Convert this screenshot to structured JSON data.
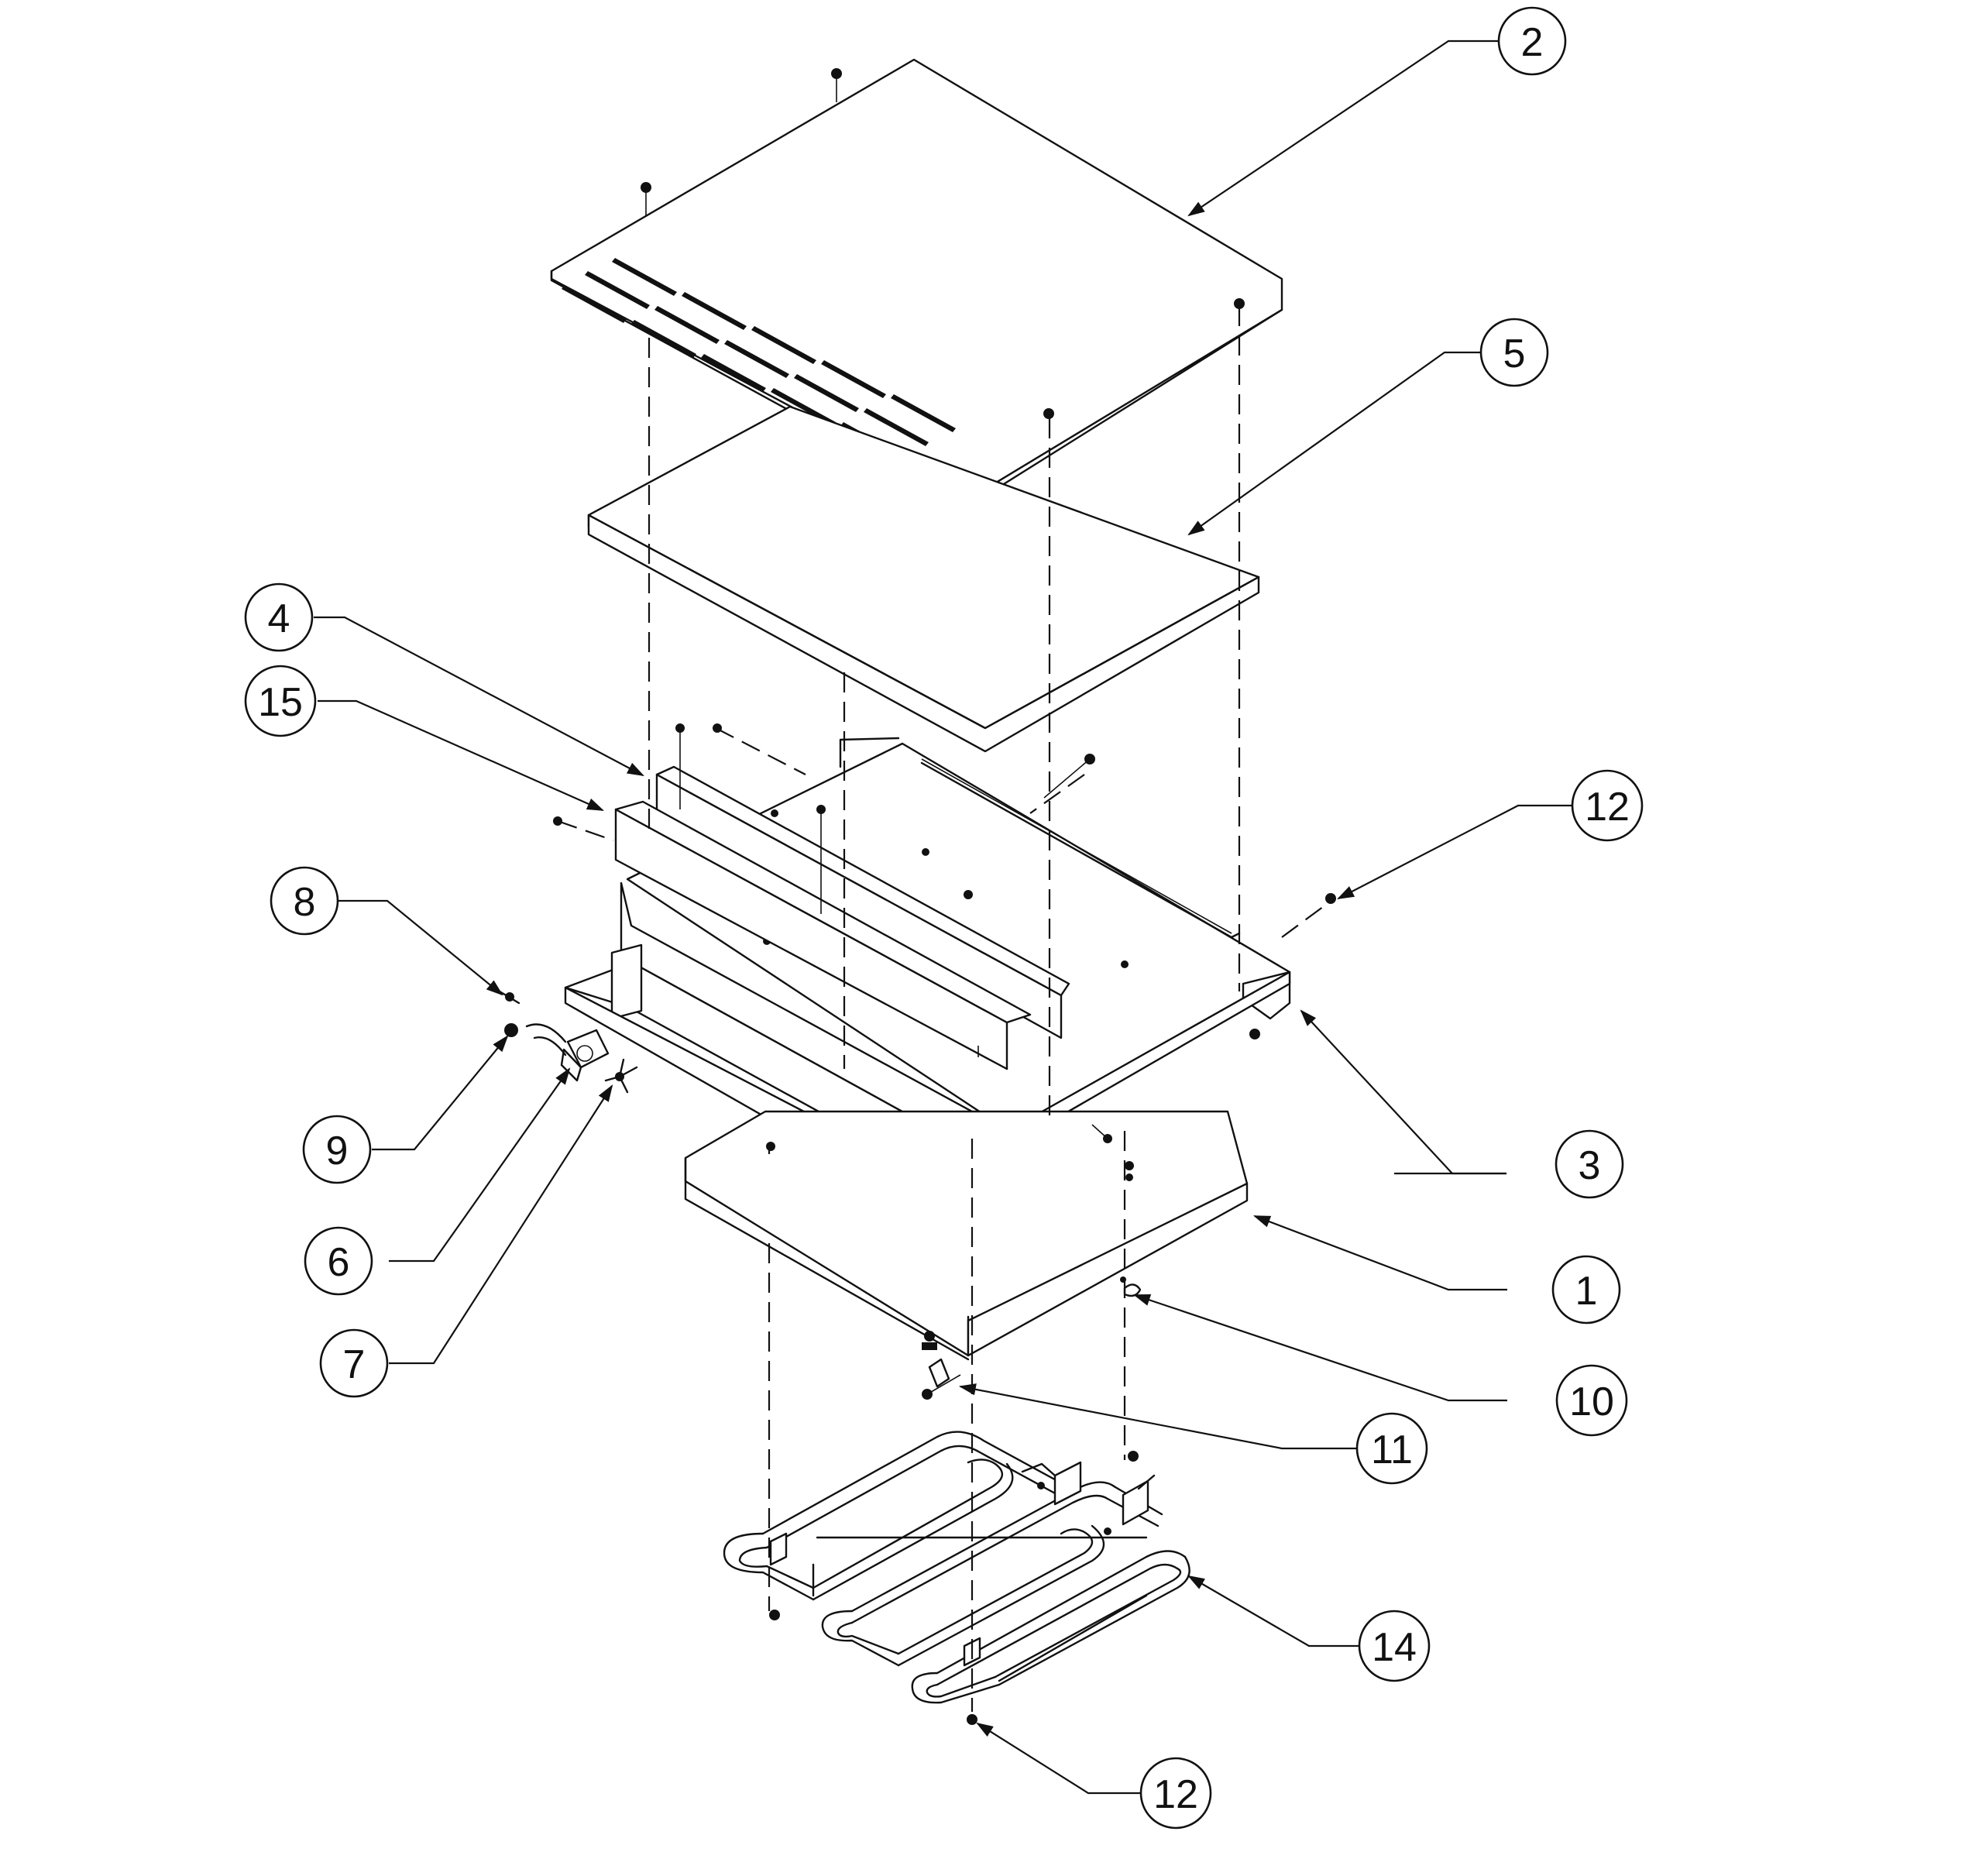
{
  "callouts": [
    {
      "id": "c1",
      "label": "1"
    },
    {
      "id": "c2",
      "label": "2"
    },
    {
      "id": "c3",
      "label": "3"
    },
    {
      "id": "c4",
      "label": "4"
    },
    {
      "id": "c5",
      "label": "5"
    },
    {
      "id": "c6",
      "label": "6"
    },
    {
      "id": "c7",
      "label": "7"
    },
    {
      "id": "c8",
      "label": "8"
    },
    {
      "id": "c9",
      "label": "9"
    },
    {
      "id": "c10",
      "label": "10"
    },
    {
      "id": "c11",
      "label": "11"
    },
    {
      "id": "c12a",
      "label": "12"
    },
    {
      "id": "c12b",
      "label": "12"
    },
    {
      "id": "c14",
      "label": "14"
    },
    {
      "id": "c15",
      "label": "15"
    }
  ]
}
